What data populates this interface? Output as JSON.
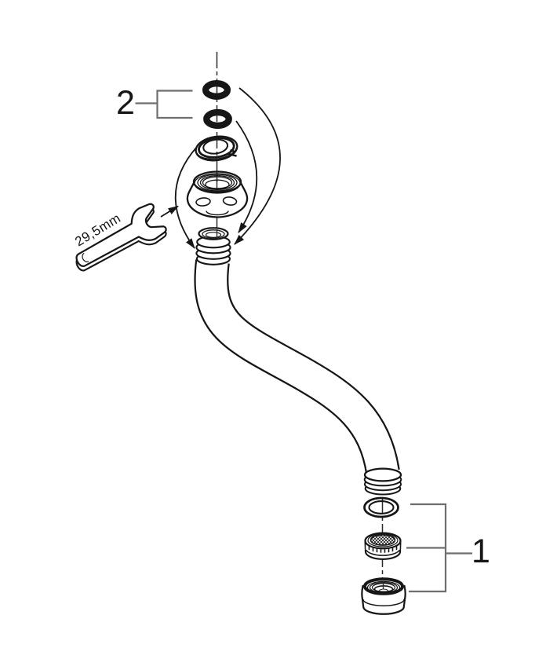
{
  "diagram": {
    "background": "#ffffff",
    "ink": "#161616",
    "leader_color": "#6e6e6e",
    "callout_1": "1",
    "callout_2": "2",
    "wrench_size": "29,5mm",
    "callout_2_parts": [
      "o-ring-upper",
      "o-ring-lower"
    ],
    "callout_1_parts": [
      "flat-gasket",
      "aerator-insert",
      "aerator-housing"
    ],
    "parts": [
      "o-ring-upper",
      "o-ring-lower",
      "slide-washer",
      "coupling-nut",
      "spout-pipe",
      "pipe-inlet-threads",
      "pipe-outlet-threads",
      "flat-gasket",
      "aerator-insert",
      "aerator-housing"
    ],
    "tool": "open-end-wrench"
  }
}
